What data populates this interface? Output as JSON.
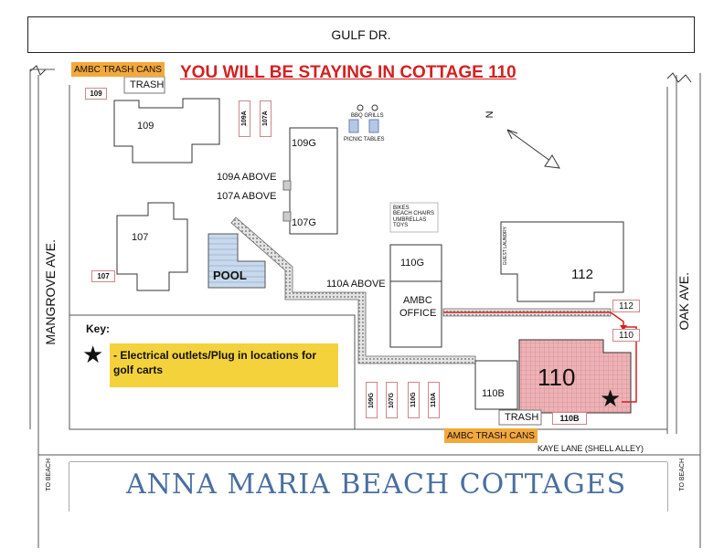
{
  "streets": {
    "top": "GULF DR.",
    "left": "MANGROVE AVE.",
    "right": "OAK AVE.",
    "bottom": "KAYE LANE (SHELL ALLEY)",
    "to_beach_left": "TO BEACH",
    "to_beach_right": "TO BEACH"
  },
  "headline": "YOU WILL BE STAYING IN COTTAGE 110",
  "resort_name": "ANNA MARIA BEACH COTTAGES",
  "trash": {
    "top_tag": "AMBC TRASH CANS",
    "top_box": "TRASH",
    "bottom_tag": "AMBC TRASH CANS",
    "bottom_box": "TRASH"
  },
  "buildings": {
    "b109": "109",
    "b109g": "109G",
    "b107": "107",
    "b107g": "107G",
    "b110g": "110G",
    "office_line1": "AMBC",
    "office_line2": "OFFICE",
    "b112": "112",
    "b110": "110",
    "b110b": "110B",
    "pool": "POOL"
  },
  "notes": {
    "above_109a": "109A ABOVE",
    "above_107a": "107A ABOVE",
    "above_110a": "110A ABOVE",
    "bbq": "BBQ GRILLS",
    "picnic": "PICNIC TABLES",
    "bikes": [
      "BIKES",
      "BEACH CHAIRS",
      "UMBRELLAS",
      "TOYS"
    ],
    "guest_laundry": "GUEST LAUNDRY",
    "north": "N"
  },
  "parking": {
    "p109": "109",
    "p109a": "109A",
    "p107a": "107A",
    "p107": "107",
    "p112": "112",
    "p110": "110",
    "p110b": "110B",
    "p109g": "109G",
    "p107g": "107G",
    "p110g": "110G",
    "p110a": "110A"
  },
  "key": {
    "title": "Key:",
    "star": "★",
    "text": "- Electrical outlets/Plug in locations for golf carts"
  },
  "colors": {
    "headline_red": "#d42020",
    "tag_orange": "#f3a83b",
    "key_yellow": "#f4d23c",
    "cottage_pink": "#e8a9ae",
    "route_red": "#d42020",
    "resort_blue": "#4a6fa0"
  }
}
